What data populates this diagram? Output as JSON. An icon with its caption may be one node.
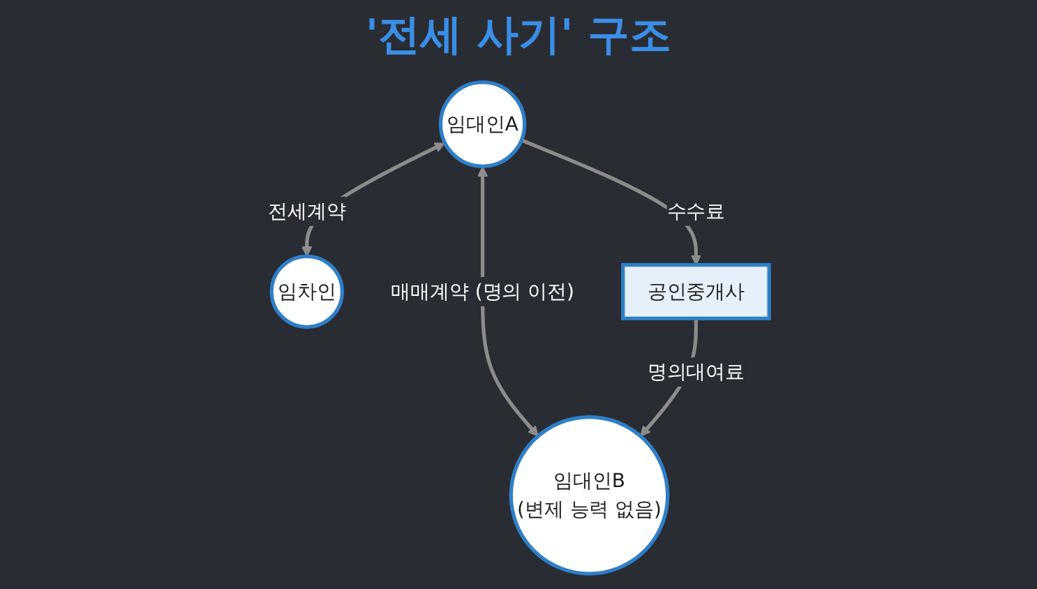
{
  "diagram": {
    "title": "'전세 사기' 구조",
    "nodes": [
      {
        "text": [
          "임대인A"
        ]
      },
      {
        "text": [
          "임차인"
        ]
      },
      {
        "text": [
          "공인중개사"
        ]
      },
      {
        "text": [
          "임대인B",
          "(변제 능력 없음)"
        ]
      }
    ],
    "edges": [
      {
        "from": 0,
        "to": 1,
        "arrow": "both",
        "label": "전세계약"
      },
      {
        "from": 0,
        "to": 2,
        "arrow": "to",
        "label": "수수료"
      },
      {
        "from": 0,
        "to": 3,
        "arrow": "both",
        "label": "매매계약 (명의 이전)"
      },
      {
        "from": 2,
        "to": 3,
        "arrow": "to",
        "label": "명의대여료"
      }
    ]
  }
}
